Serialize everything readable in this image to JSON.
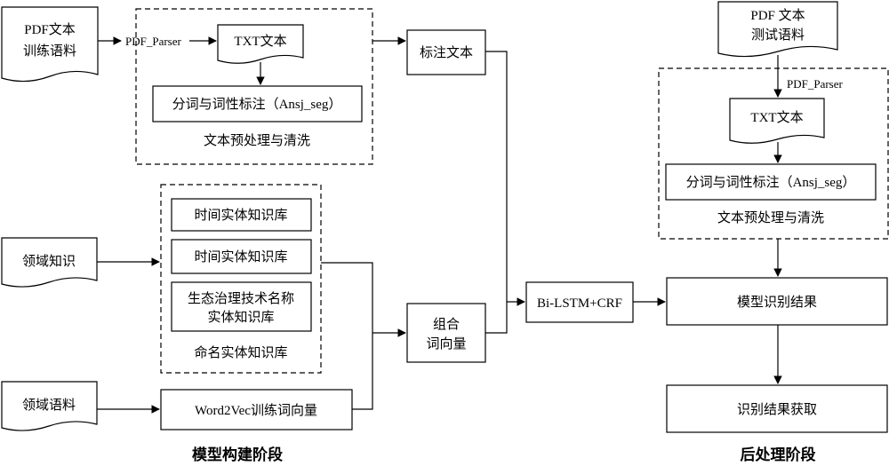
{
  "nodes": {
    "pdf_train": [
      "PDF文本",
      "训练语料"
    ],
    "pdf_parser_left": "PDF_Parser",
    "txt_left": "TXT文本",
    "seg_left": "分词与词性标注（Ansj_seg）",
    "preprocess_left": "文本预处理与清洗",
    "annotated_text": "标注文本",
    "time_kb_1": "时间实体知识库",
    "time_kb_2": "时间实体知识库",
    "eco_kb": [
      "生态治理技术名称",
      "实体知识库"
    ],
    "ner_kb": "命名实体知识库",
    "domain_knowledge": "领域知识",
    "domain_corpus": "领域语料",
    "word2vec": "Word2Vec训练词向量",
    "combined_vec": [
      "组合",
      "词向量"
    ],
    "bilstm": "Bi-LSTM+CRF",
    "pdf_test": [
      "PDF 文本",
      "测试语料"
    ],
    "pdf_parser_right": "PDF_Parser",
    "txt_right": "TXT文本",
    "seg_right": "分词与词性标注（Ansj_seg）",
    "preprocess_right": "文本预处理与清洗",
    "model_result": "模型识别结果",
    "result_fetch": "识别结果获取"
  },
  "stages": {
    "build": "模型构建阶段",
    "post": "后处理阶段"
  }
}
